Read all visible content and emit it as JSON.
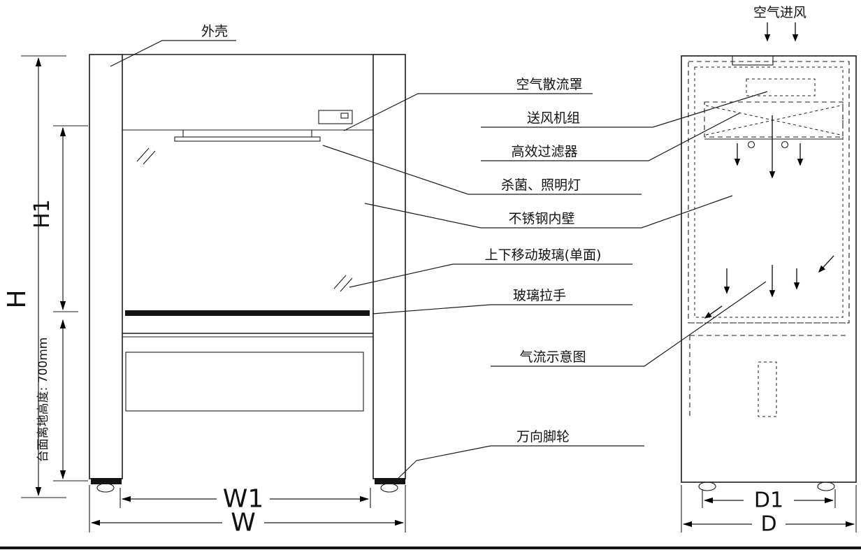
{
  "drawing": {
    "callouts": {
      "outer_shell": "外壳",
      "air_diffuser": "空气散流罩",
      "fan_unit": "送风机组",
      "hepa_filter": "高效过滤器",
      "germicidal_lamp": "杀菌、照明灯",
      "stainless_inner_wall": "不锈钢内壁",
      "sliding_glass": "上下移动玻璃(单面)",
      "glass_handle": "玻璃拉手",
      "airflow_diagram": "气流示意图",
      "casters": "万向脚轮",
      "air_inlet": "空气进风"
    },
    "dimensions": {
      "overall_height": "H",
      "opening_height": "H1",
      "overall_width": "W",
      "inner_width": "W1",
      "overall_depth": "D",
      "inner_depth": "D1",
      "bench_height_note": "台面离地高度: 700mm"
    }
  }
}
